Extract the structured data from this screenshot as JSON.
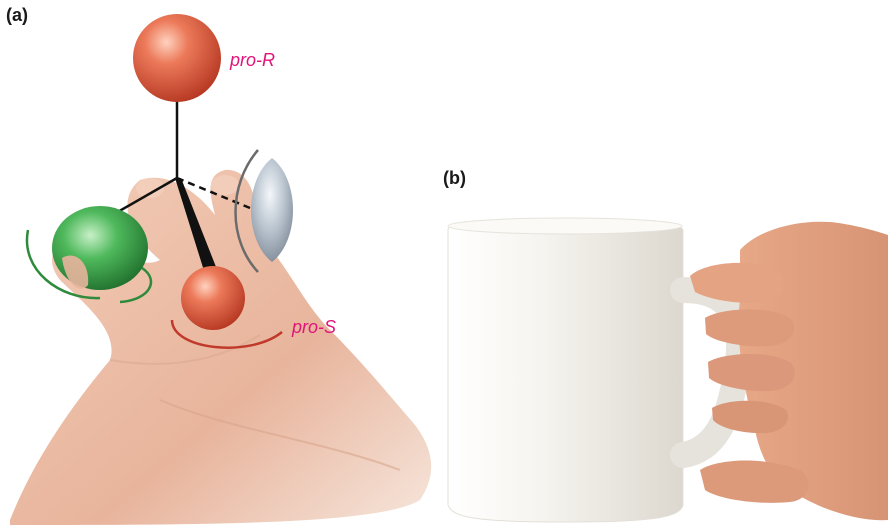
{
  "panels": [
    {
      "label": "(a)",
      "annotations": {
        "pro_r": "pro-R",
        "pro_s": "pro-S"
      }
    },
    {
      "label": "(b)"
    }
  ],
  "colors": {
    "annotation_text": "#e0147a",
    "red_sphere": "#d9533a",
    "green_sphere": "#3a9a4a",
    "gray_sphere": "#a9b4c0",
    "skin": "#e9b39a",
    "mug": "#f4f2ec",
    "green_arc": "#2f8a3c",
    "red_arc": "#c0392b",
    "gray_arc": "#6b6b6b"
  },
  "icons": {
    "hand_a": "hand-holding-molecule",
    "hand_b": "hand-holding-mug"
  }
}
